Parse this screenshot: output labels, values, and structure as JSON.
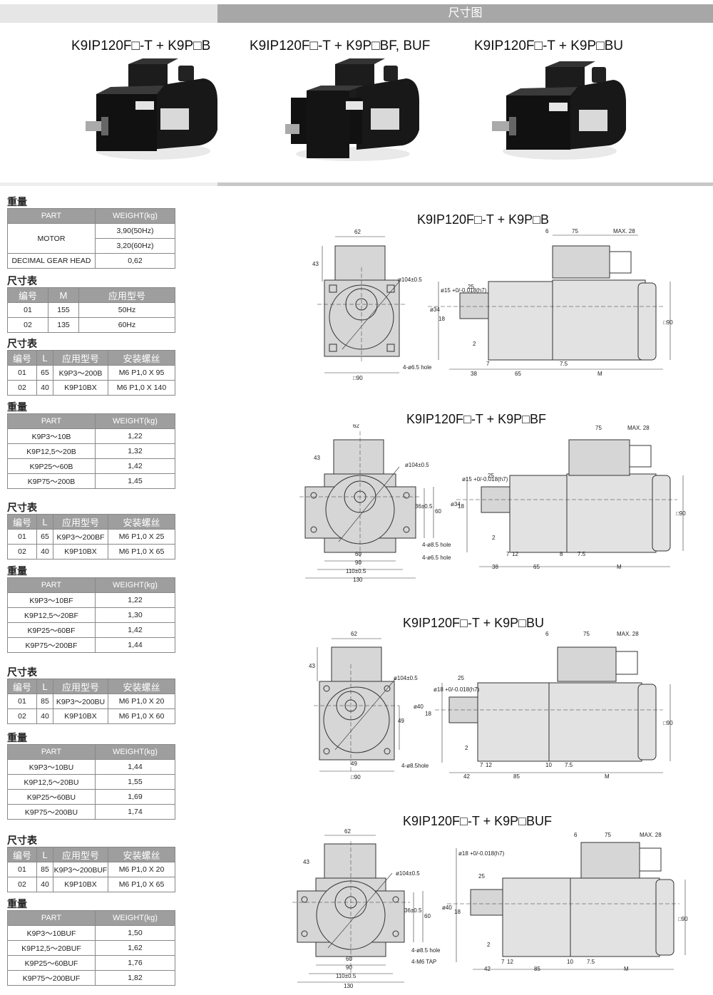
{
  "header": {
    "title": "尺寸图"
  },
  "top_titles": [
    "K9IP120F□-T + K9P□B",
    "K9IP120F□-T + K9P□BF, BUF",
    "K9IP120F□-T + K9P□BU"
  ],
  "labels": {
    "weight": "重量",
    "dim_table": "尺寸表"
  },
  "weight_motor": {
    "headers": [
      "PART",
      "WEIGHT(kg)"
    ],
    "motor_label": "MOTOR",
    "motor_50": "3,90(50Hz)",
    "motor_60": "3,20(60Hz)",
    "gear_label": "DECIMAL GEAR HEAD",
    "gear_value": "0,62"
  },
  "dim_m": {
    "headers": [
      "编号",
      "M",
      "应用型号"
    ],
    "rows": [
      [
        "01",
        "155",
        "50Hz"
      ],
      [
        "02",
        "135",
        "60Hz"
      ]
    ]
  },
  "dim_b": {
    "headers": [
      "编号",
      "L",
      "应用型号",
      "安装螺丝"
    ],
    "rows": [
      [
        "01",
        "65",
        "K9P3～200B",
        "M6 P1,0 X 95"
      ],
      [
        "02",
        "40",
        "K9P10BX",
        "M6 P1,0 X 140"
      ]
    ]
  },
  "weight_b": {
    "headers": [
      "PART",
      "WEIGHT(kg)"
    ],
    "rows": [
      [
        "K9P3～10B",
        "1,22"
      ],
      [
        "K9P12,5～20B",
        "1,32"
      ],
      [
        "K9P25～60B",
        "1,42"
      ],
      [
        "K9P75～200B",
        "1,45"
      ]
    ]
  },
  "dim_bf": {
    "headers": [
      "编号",
      "L",
      "应用型号",
      "安装螺丝"
    ],
    "rows": [
      [
        "01",
        "65",
        "K9P3～200BF",
        "M6 P1,0 X 25"
      ],
      [
        "02",
        "40",
        "K9P10BX",
        "M6 P1,0 X 65"
      ]
    ]
  },
  "weight_bf": {
    "headers": [
      "PART",
      "WEIGHT(kg)"
    ],
    "rows": [
      [
        "K9P3～10BF",
        "1,22"
      ],
      [
        "K9P12,5～20BF",
        "1,30"
      ],
      [
        "K9P25～60BF",
        "1,42"
      ],
      [
        "K9P75～200BF",
        "1,44"
      ]
    ]
  },
  "dim_bu": {
    "headers": [
      "编号",
      "L",
      "应用型号",
      "安装螺丝"
    ],
    "rows": [
      [
        "01",
        "85",
        "K9P3～200BU",
        "M6 P1,0 X 20"
      ],
      [
        "02",
        "40",
        "K9P10BX",
        "M6 P1,0 X 60"
      ]
    ]
  },
  "weight_bu": {
    "headers": [
      "PART",
      "WEIGHT(kg)"
    ],
    "rows": [
      [
        "K9P3～10BU",
        "1,44"
      ],
      [
        "K9P12,5～20BU",
        "1,55"
      ],
      [
        "K9P25～60BU",
        "1,69"
      ],
      [
        "K9P75～200BU",
        "1,74"
      ]
    ]
  },
  "dim_buf": {
    "headers": [
      "编号",
      "L",
      "应用型号",
      "安装螺丝"
    ],
    "rows": [
      [
        "01",
        "85",
        "K9P3～200BUF",
        "M6 P1,0 X 20"
      ],
      [
        "02",
        "40",
        "K9P10BX",
        "M6 P1,0 X 65"
      ]
    ]
  },
  "weight_buf": {
    "headers": [
      "PART",
      "WEIGHT(kg)"
    ],
    "rows": [
      [
        "K9P3～10BUF",
        "1,50"
      ],
      [
        "K9P12,5～20BUF",
        "1,62"
      ],
      [
        "K9P25～60BUF",
        "1,76"
      ],
      [
        "K9P75～200BUF",
        "1,82"
      ]
    ]
  },
  "drawings": [
    {
      "title": "K9IP120F□-T + K9P□B",
      "front": {
        "top": "62",
        "side": "43",
        "circle": "ø104±0.5",
        "hole": "4-ø6.5 hole",
        "bottom": "□90"
      },
      "side": {
        "d1": "ø15 +0/-0.018(h7)",
        "d2": "ø34",
        "key": "18",
        "l25": "25",
        "l6": "6",
        "l75": "75",
        "max": "MAX. 28",
        "l2": "2",
        "l7": "7",
        "l75b": "7.5",
        "l38": "38",
        "l65": "65",
        "m": "M",
        "sq": "□90"
      }
    },
    {
      "title": "K9IP120F□-T + K9P□BF",
      "front": {
        "top": "62",
        "side": "43",
        "circle": "ø104±0.5",
        "hole1": "4-ø8.5 hole",
        "hole2": "4-ø6.5 hole",
        "b60": "60",
        "b90": "90",
        "b110": "110±0.5",
        "b130": "130",
        "v36": "36±0.5",
        "v60": "60"
      },
      "side": {
        "d1": "ø15 +0/-0.018(h7)",
        "d2": "ø34",
        "key": "18",
        "l25": "25",
        "l75": "75",
        "max": "MAX. 28",
        "l2": "2",
        "l7": "7",
        "l12": "12",
        "l8": "8",
        "l75b": "7.5",
        "l38": "38",
        "l65": "65",
        "m": "M",
        "sq": "□90"
      }
    },
    {
      "title": "K9IP120F□-T + K9P□BU",
      "front": {
        "top": "62",
        "side": "43",
        "circle": "ø104±0.5",
        "hole": "4-ø8.5hole",
        "v49": "49",
        "h49": "49",
        "bottom": "□90"
      },
      "side": {
        "d1": "ø18 +0/-0.018(h7)",
        "d2": "ø40",
        "key": "18",
        "l25": "25",
        "l6": "6",
        "l75": "75",
        "max": "MAX. 28",
        "l2": "2",
        "l7": "7",
        "l12": "12",
        "l10": "10",
        "l75b": "7.5",
        "l42": "42",
        "l85": "85",
        "m": "M",
        "sq": "□90"
      }
    },
    {
      "title": "K9IP120F□-T + K9P□BUF",
      "front": {
        "top": "62",
        "side": "43",
        "circle": "ø104±0.5",
        "hole1": "4-ø8.5 hole",
        "hole2": "4-M6 TAP",
        "b60": "60",
        "b90": "90",
        "b110": "110±0.5",
        "b130": "130",
        "v36": "36±0.5",
        "v60": "60"
      },
      "side": {
        "d1": "ø18 +0/-0.018(h7)",
        "d2": "ø40",
        "key": "18",
        "l25": "25",
        "l6": "6",
        "l75": "75",
        "max": "MAX. 28",
        "l2": "2",
        "l7": "7",
        "l12": "12",
        "l10": "10",
        "l75b": "7.5",
        "l42": "42",
        "l85": "85",
        "m": "M",
        "sq": "□90"
      }
    }
  ]
}
